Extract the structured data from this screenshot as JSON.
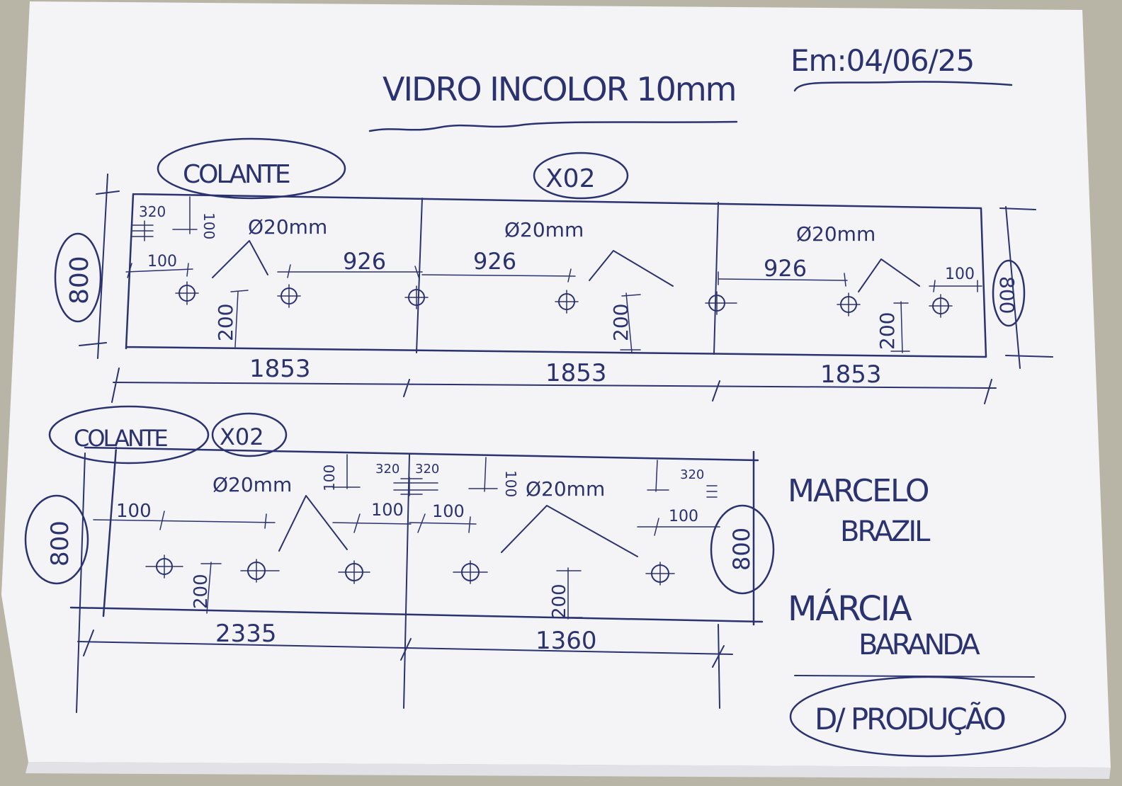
{
  "header": {
    "title": "VIDRO INCOLOR 10mm",
    "date": "Em:04/06/25"
  },
  "panel_top": {
    "tag": "COLANTE",
    "qty": "X02",
    "height": "800",
    "hole_labels": [
      "Ø20mm",
      "Ø20mm",
      "Ø20mm"
    ],
    "dims": [
      "320",
      "100",
      "100",
      "926",
      "926",
      "926",
      "200",
      "200",
      "200",
      "100"
    ],
    "segment_widths": [
      "1853",
      "1853",
      "1853"
    ]
  },
  "panel_bottom": {
    "tag": "COLANTE",
    "qty": "X02",
    "height": "800",
    "hole_labels": [
      "Ø20mm",
      "Ø20mm"
    ],
    "dims": [
      "100",
      "100",
      "320",
      "320",
      "100",
      "320",
      "100",
      "100",
      "100",
      "200",
      "200"
    ],
    "segment_widths": [
      "2335",
      "1360"
    ]
  },
  "client": {
    "line1": "MARCELO",
    "line2": "BRAZIL",
    "line3": "MÁRCIA",
    "line4": "BARANDA"
  },
  "stamp": "D/ PRODUÇÃO",
  "colors": {
    "ink": "#2b3270",
    "paper": "#f4f4f7",
    "background": "#b9b5a6"
  }
}
